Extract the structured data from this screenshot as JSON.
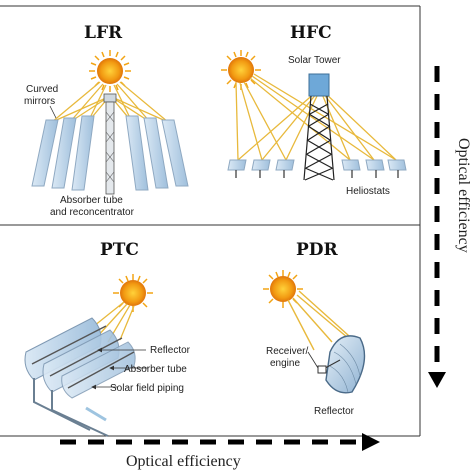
{
  "panels": {
    "lfr": {
      "title": "LFR",
      "label_mirrors_line1": "Curved",
      "label_mirrors_line2": "mirrors",
      "label_absorber_line1": "Absorber tube",
      "label_absorber_line2": "and reconcentrator"
    },
    "hfc": {
      "title": "HFC",
      "label_tower": "Solar Tower",
      "label_heliostats": "Heliostats"
    },
    "ptc": {
      "title": "PTC",
      "label_reflector": "Reflector",
      "label_absorber": "Absorber tube",
      "label_piping": "Solar field piping"
    },
    "pdr": {
      "title": "PDR",
      "label_receiver_line1": "Receiver/",
      "label_receiver_line2": "engine",
      "label_reflector": "Reflector"
    }
  },
  "axes": {
    "vertical_label": "Optical efficiency",
    "horizontal_label": "Optical efficiency"
  },
  "colors": {
    "sun_core": "#f29a12",
    "sun_rays": "#f2a414",
    "light_beam": "#e8b93c",
    "mirror_blue": "#b8d3ea",
    "mirror_edge": "#8fa9c2",
    "tower_blue": "#6ea8d8",
    "divider": "#333333",
    "arrow": "#000000"
  }
}
